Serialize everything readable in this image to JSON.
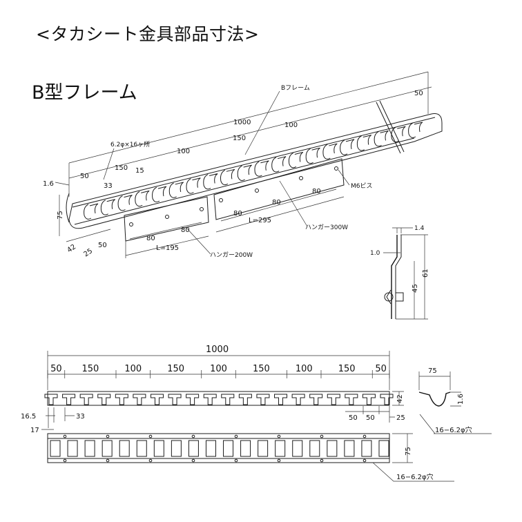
{
  "heading": "<タカシート金具部品寸法>",
  "subheading": "B型フレーム",
  "iso": {
    "frame_label": "Bフレーム",
    "overall": "1000",
    "right_end": "50",
    "pitch_a": "100",
    "pitch_b": "150",
    "pitch_c": "100",
    "holes": "6.2φ×16ヶ所",
    "left_end": "50",
    "left_150": "150",
    "fifteen": "15",
    "thirty_three": "33",
    "t_left": "1.6",
    "height": "75",
    "d42": "42",
    "d25": "25",
    "d50": "50",
    "h200_a": "80",
    "h200_b": "80",
    "h200_L": "L=195",
    "h200_name": "ハンガー200W",
    "h300_a": "80",
    "h300_b": "80",
    "h300_c": "80",
    "h300_L": "L=295",
    "h300_name": "ハンガー300W",
    "bolt": "M6ビス"
  },
  "side_view": {
    "t14": "1.4",
    "t10": "1.0",
    "h45": "45",
    "h61": "61"
  },
  "ortho": {
    "overall": "1000",
    "segments": [
      "50",
      "150",
      "100",
      "150",
      "100",
      "150",
      "100",
      "150",
      "50"
    ],
    "d165": "16.5",
    "d17": "17",
    "d33": "33",
    "d50a": "50",
    "d50b": "50",
    "d25": "25",
    "d42": "42",
    "w75": "75",
    "t16": "1.6",
    "holes_top": "16−6.2φ穴",
    "h75": "75",
    "holes_bottom": "16−6.2φ穴"
  }
}
